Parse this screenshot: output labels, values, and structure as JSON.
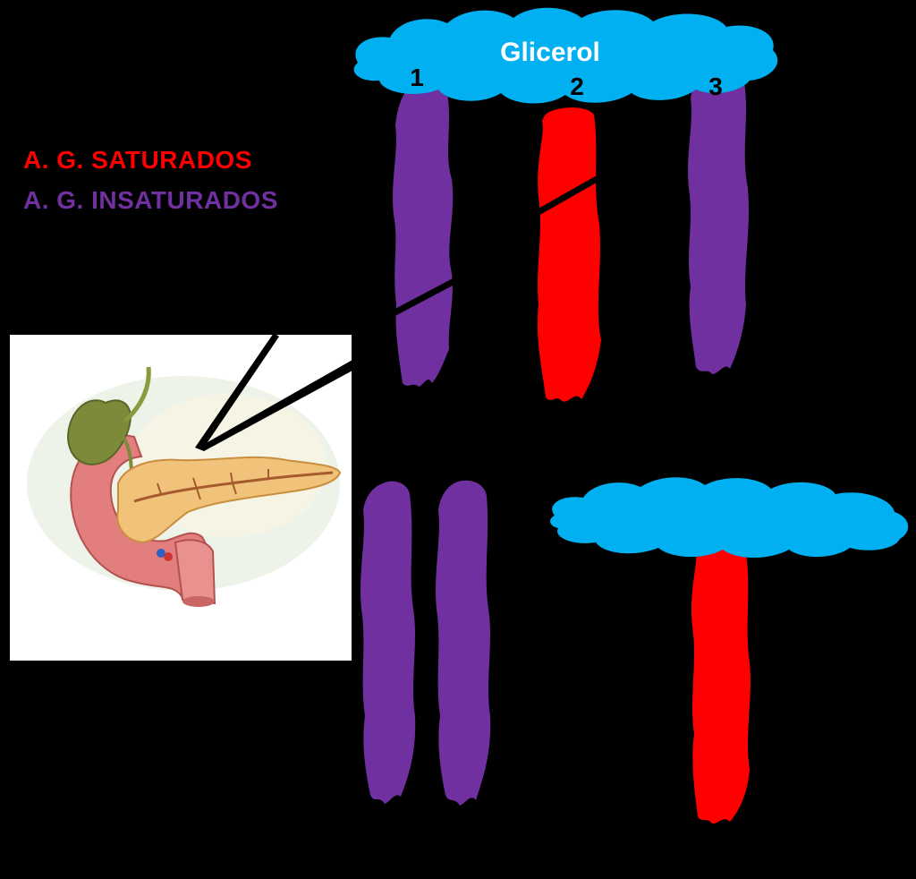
{
  "legend": {
    "saturated_label": "A. G. SATURADOS",
    "unsaturated_label": "A. G. INSATURADOS"
  },
  "glycerol": {
    "label": "Glicerol",
    "chain_numbers": [
      "1",
      "2",
      "3"
    ]
  },
  "colors": {
    "background": "#000000",
    "saturated": "#ff0000",
    "unsaturated": "#7030a0",
    "glycerol_cloud": "#00b0f0",
    "glycerol_text": "#ffffff",
    "inset_background": "#ffffff"
  },
  "illustration": {
    "subject": "pancreas-with-duodenum-and-gallbladder"
  }
}
